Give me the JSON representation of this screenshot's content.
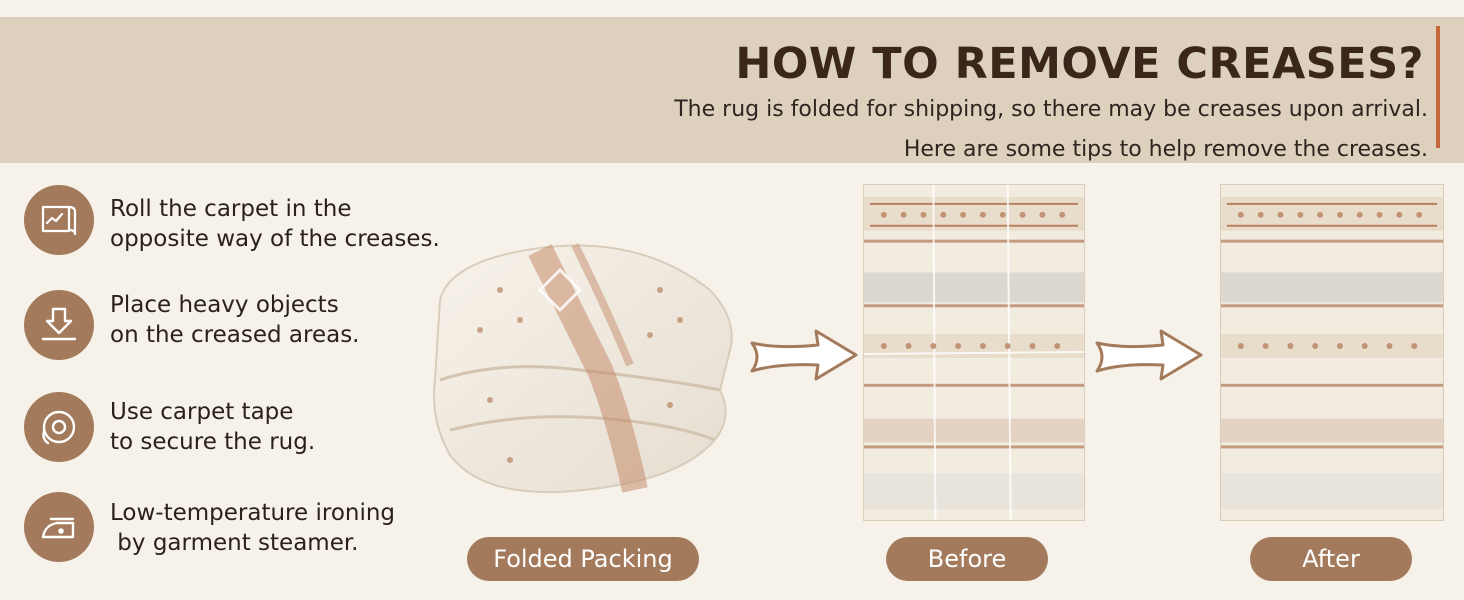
{
  "header": {
    "title": "HOW TO REMOVE CREASES?",
    "subtitle_line1": "The rug is folded for shipping, so there may be creases upon arrival.",
    "subtitle_line2": "Here are some tips to help remove the creases."
  },
  "tips": [
    {
      "icon": "rolled-map-icon",
      "text": "Roll the carpet in the\nopposite way of the creases."
    },
    {
      "icon": "download-press-icon",
      "text": "Place heavy objects\non the creased areas."
    },
    {
      "icon": "tape-roll-icon",
      "text": "Use carpet tape\nto secure the rug."
    },
    {
      "icon": "iron-icon",
      "text": "Low-temperature ironing\n by garment steamer."
    }
  ],
  "labels": {
    "folded": "Folded Packing",
    "before": "Before",
    "after": "After"
  },
  "colors": {
    "header_band": "#ddd0bd",
    "accent": "#c4683c",
    "pill": "#a47a5c",
    "background": "#f6f2ea",
    "rug_pattern": "#b9805f"
  }
}
